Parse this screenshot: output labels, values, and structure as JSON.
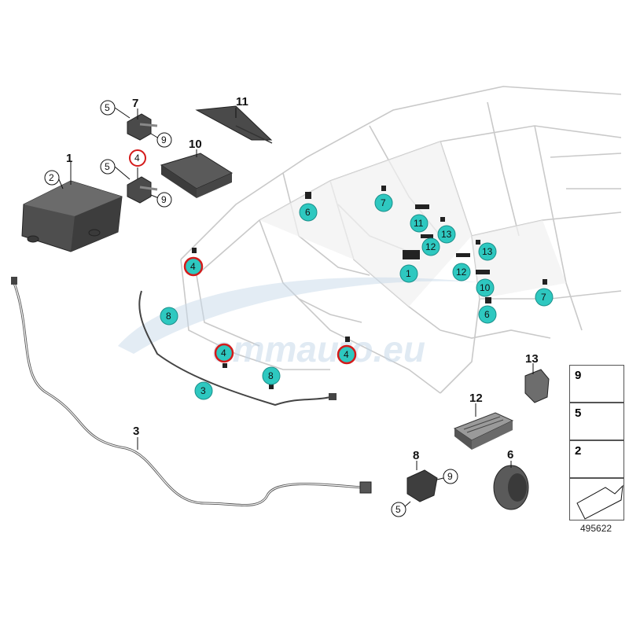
{
  "callouts": {
    "c1": "1",
    "c2": "2",
    "c3": "3",
    "c4": "4",
    "c5": "5",
    "c6": "6",
    "c7": "7",
    "c8": "8",
    "c9": "9",
    "c10": "10",
    "c11": "11",
    "c12": "12",
    "c13": "13"
  },
  "watermark": "emmauto.eu",
  "legend": [
    {
      "num": "9"
    },
    {
      "num": "5"
    },
    {
      "num": "2"
    }
  ],
  "diagram_code": "495622",
  "colors": {
    "accent": "#2ec8c0",
    "highlight": "#d41a1a"
  }
}
